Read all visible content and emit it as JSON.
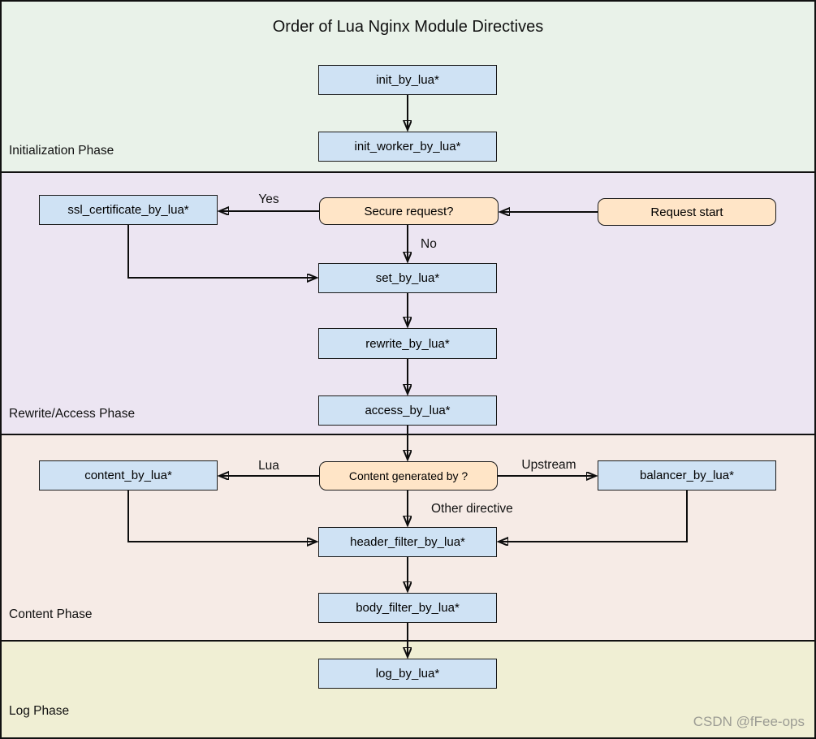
{
  "title": "Order of Lua Nginx Module Directives",
  "watermark": "CSDN @fFee-ops",
  "phases": [
    {
      "label": "Initialization Phase",
      "bg": "#e9f2e9"
    },
    {
      "label": "Rewrite/Access Phase",
      "bg": "#ece5f2"
    },
    {
      "label": "Content Phase",
      "bg": "#f6ebe6"
    },
    {
      "label": "Log Phase",
      "bg": "#f0efd4"
    }
  ],
  "nodes": {
    "init": "init_by_lua*",
    "init_worker": "init_worker_by_lua*",
    "ssl_certificate": "ssl_certificate_by_lua*",
    "secure_request": "Secure request?",
    "request_start": "Request start",
    "set": "set_by_lua*",
    "rewrite": "rewrite_by_lua*",
    "access": "access_by_lua*",
    "content": "content_by_lua*",
    "content_generated": "Content generated by ?",
    "balancer": "balancer_by_lua*",
    "header_filter": "header_filter_by_lua*",
    "body_filter": "body_filter_by_lua*",
    "log": "log_by_lua*"
  },
  "edge_labels": {
    "yes": "Yes",
    "no": "No",
    "lua": "Lua",
    "upstream": "Upstream",
    "other_directive": "Other directive"
  },
  "colors": {
    "node_blue": "#cfe2f4",
    "node_orange": "#ffe5c7",
    "line": "#0d0d0d"
  }
}
